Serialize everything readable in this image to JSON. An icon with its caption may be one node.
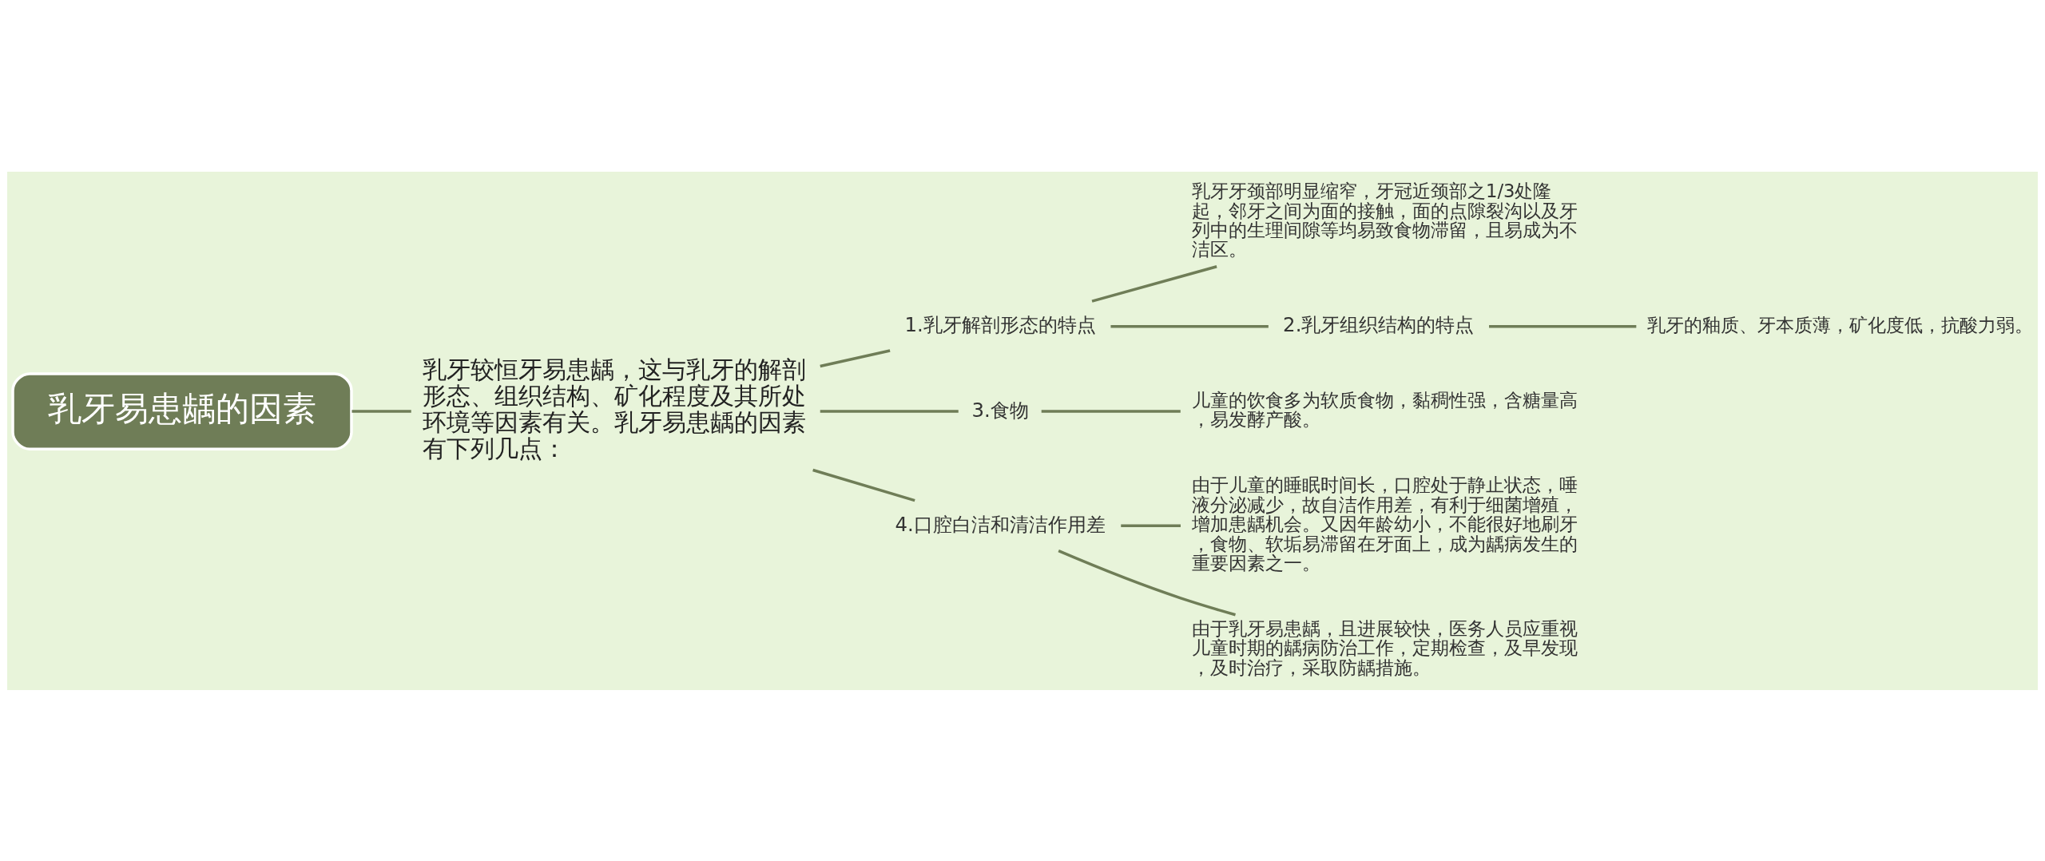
{
  "diagram": {
    "nodes": [
      {
        "text": [
          "乳牙易患龋的因素"
        ]
      },
      {
        "text": [
          "乳牙较恒牙易患龋，这与乳牙的解剖形态、组织结构、矿化程度及其所处环境等因素有关。乳牙易患龋的因素有下列几点："
        ]
      },
      {
        "text": [
          "1.乳牙解剖形态的特点"
        ]
      },
      {
        "text": [
          "乳牙牙颈部明显缩窄，牙冠近颈部之1/3处隆起，邻牙之间为面的接触，面的点隙裂沟以及牙列中的生理间隙等均易致食物滞留，且易成为不洁区。"
        ]
      },
      {
        "text": [
          "2.乳牙组织结构的特点"
        ]
      },
      {
        "text": [
          "乳牙的釉质、牙本质薄，矿化度低，抗酸力弱。"
        ]
      },
      {
        "text": [
          "3.食物"
        ]
      },
      {
        "text": [
          "儿童的饮食多为软质食物，黏稠性强，含糖量高，易发酵产酸。"
        ]
      },
      {
        "text": [
          "4.口腔白洁和清洁作用差"
        ]
      },
      {
        "text": [
          "由于儿童的睡眠时间长，口腔处于静止状态，唾液分泌减少，故自洁作用差，有利于细菌增殖，增加患龋机会。又因年龄幼小，不能很好地刷牙，食物、软垢易滞留在牙面上，成为龋病发生的重要因素之一。"
        ]
      },
      {
        "text": [
          "由于乳牙易患龋，且进展较快，医务人员应重视儿童时期的龋病防治工作，定期检查，及早发现，及时治疗，采取防龋措施。"
        ]
      }
    ],
    "edges": [
      {
        "from": 0,
        "to": 1,
        "arrow": "none"
      },
      {
        "from": 1,
        "to": 2,
        "arrow": "none"
      },
      {
        "from": 1,
        "to": 6,
        "arrow": "none"
      },
      {
        "from": 1,
        "to": 8,
        "arrow": "none"
      },
      {
        "from": 2,
        "to": 3,
        "arrow": "none"
      },
      {
        "from": 2,
        "to": 4,
        "arrow": "none"
      },
      {
        "from": 4,
        "to": 5,
        "arrow": "none"
      },
      {
        "from": 6,
        "to": 7,
        "arrow": "none"
      },
      {
        "from": 8,
        "to": 9,
        "arrow": "none"
      },
      {
        "from": 8,
        "to": 10,
        "arrow": "none"
      }
    ]
  }
}
